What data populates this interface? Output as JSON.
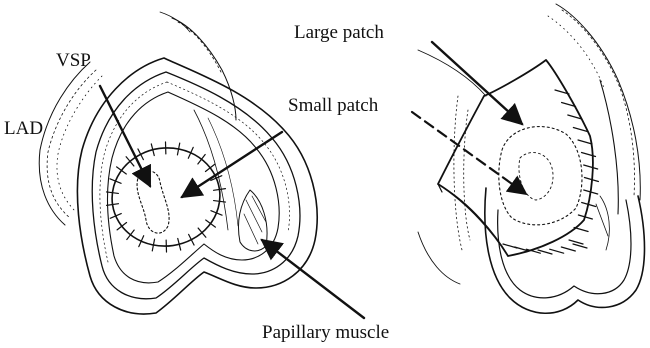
{
  "labels": {
    "vsp": "VSP",
    "lad": "LAD",
    "small_patch": "Small patch",
    "large_patch": "Large patch",
    "papillary_muscle": "Papillary muscle"
  },
  "colors": {
    "ink": "#111111",
    "background": "#ffffff"
  }
}
